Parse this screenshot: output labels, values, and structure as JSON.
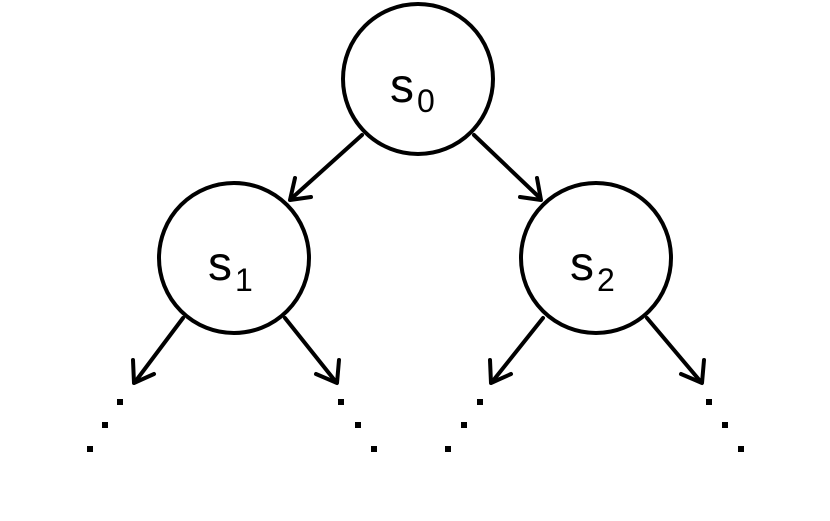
{
  "diagram": {
    "type": "binary-tree",
    "nodes": [
      {
        "id": "s0",
        "label": "s",
        "subscript": "0"
      },
      {
        "id": "s1",
        "label": "s",
        "subscript": "1"
      },
      {
        "id": "s2",
        "label": "s",
        "subscript": "2"
      }
    ],
    "edges": [
      {
        "from": "s0",
        "to": "s1"
      },
      {
        "from": "s0",
        "to": "s2"
      },
      {
        "from": "s1",
        "to": "continuation"
      },
      {
        "from": "s1",
        "to": "continuation"
      },
      {
        "from": "s2",
        "to": "continuation"
      },
      {
        "from": "s2",
        "to": "continuation"
      }
    ],
    "continuation_marker": "diagonal-ellipsis",
    "colors": {
      "stroke": "#000000",
      "fill": "#ffffff"
    }
  }
}
